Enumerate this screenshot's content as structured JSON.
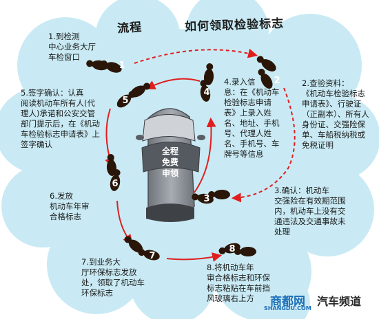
{
  "title": {
    "part1": "流程",
    "part2": "如何领取检验标志"
  },
  "car_label": "全程\n免费\n申领",
  "steps": [
    {
      "num": "1",
      "text": "1.到检测\n中心业务大厅\n车检窗口"
    },
    {
      "num": "2",
      "text": "2.查验资料：\n《机动车检验标志\n申请表》、行驶证\n（正副本）、所有人\n身份证、交强险保\n单、车船税纳税或\n免税证明"
    },
    {
      "num": "3",
      "text": "3.确认：机动车\n交强险在有效期范围\n内，机动车上没有交\n通违法及交通事故未\n处理"
    },
    {
      "num": "4",
      "text": "4.录入信\n息：在《机动车\n检验标志申请\n表》上录入姓\n名、地址、手机\n号、代理人姓\n名、手机号、车\n牌号等信息"
    },
    {
      "num": "5",
      "text": "5.签字确认：认真\n阅读机动车所有人(代\n理人)承诺和公安交管\n部门提示后，在《机动\n车检验标志申请表》上\n签字确认"
    },
    {
      "num": "6",
      "text": "6.发放\n机动车年审\n合格标志"
    },
    {
      "num": "7",
      "text": "7.到业务大\n厅环保标志发放\n处，领取了机动车\n环保标志"
    },
    {
      "num": "8",
      "text": "8.将机动车年\n审合格标志和环保\n标志粘贴在车前挡\n风玻璃右上方"
    }
  ],
  "watermark": {
    "brand": "商都网",
    "channel": "汽车频道",
    "domain": "SHANGDU.COM"
  },
  "colors": {
    "cloud": "#c9eaf4",
    "footprint": "#2a1608",
    "arrow": "#e01e1e",
    "car": "#8a8f95"
  }
}
